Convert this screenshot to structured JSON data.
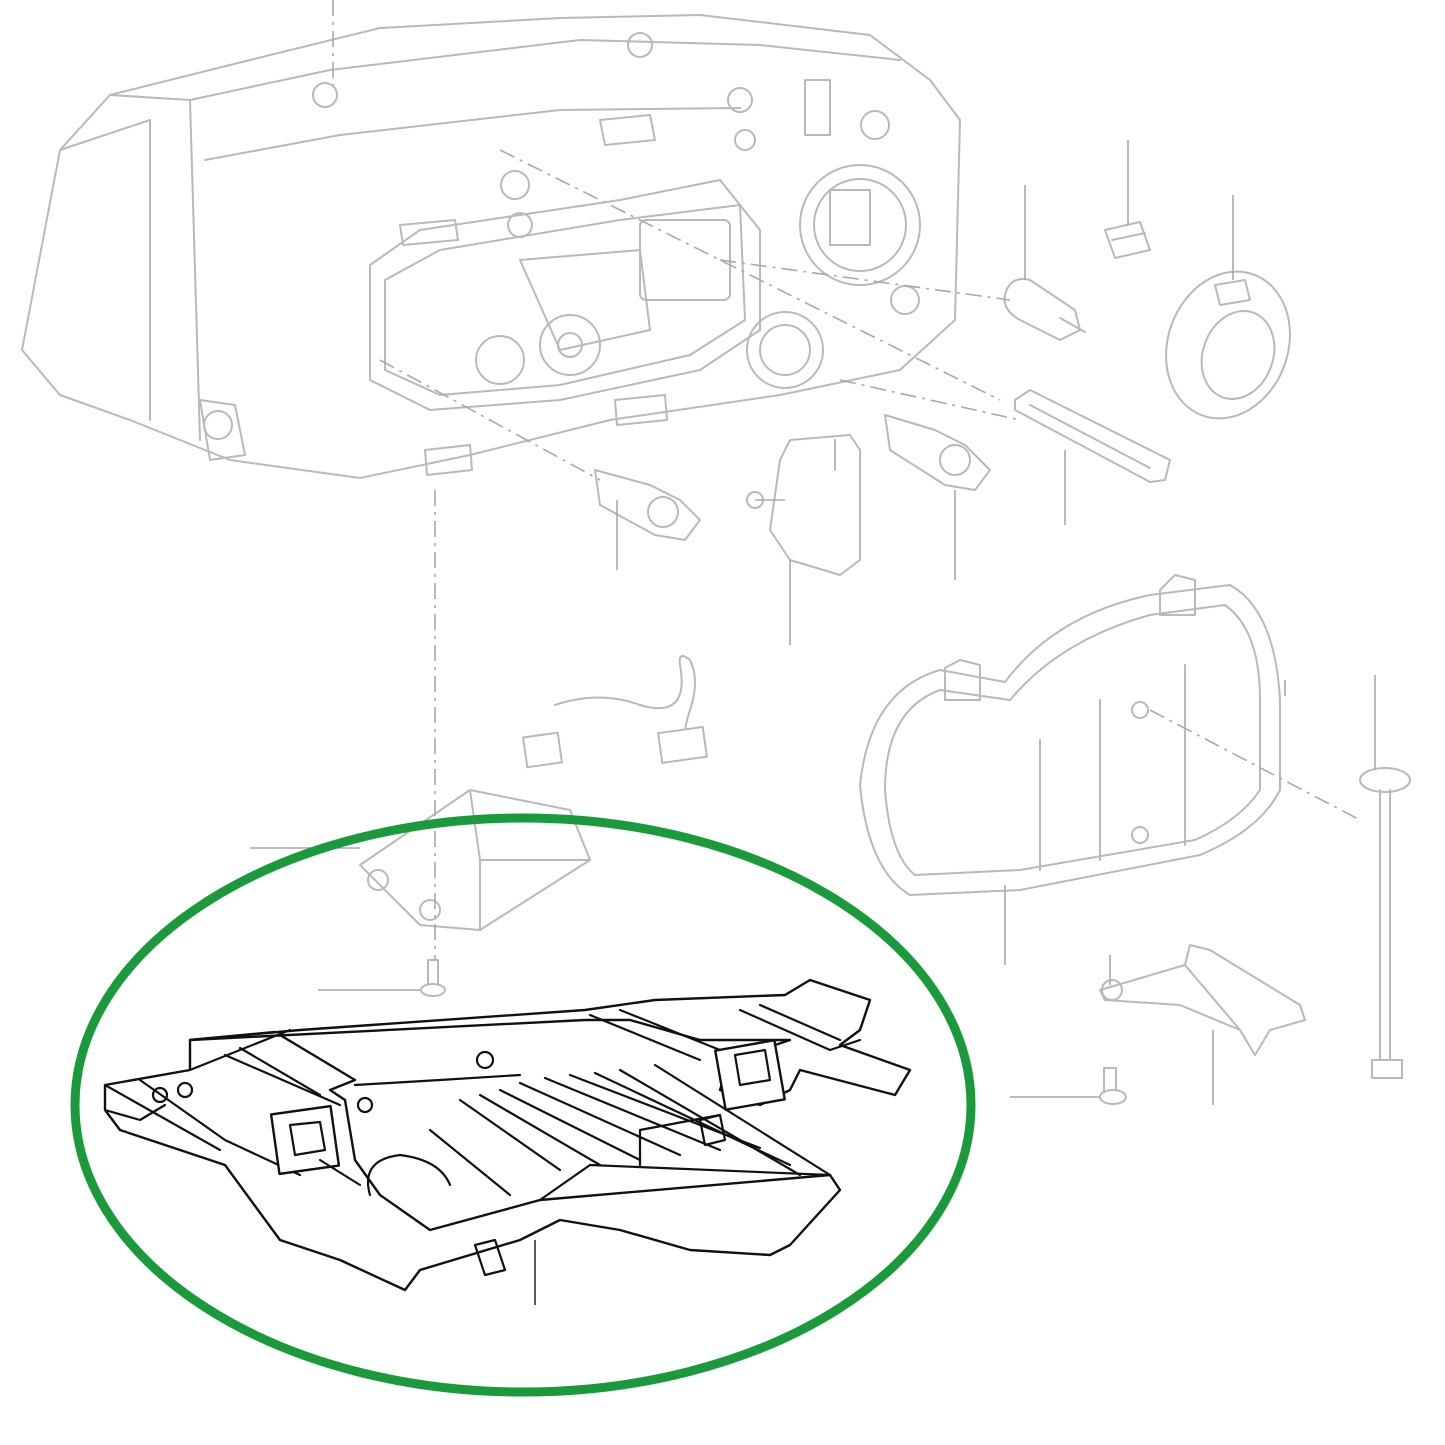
{
  "diagram": {
    "highlight_color": "#1a9a3a",
    "line_color_faint": "#b9b9b9",
    "line_color_dark": "#111111",
    "parts": [
      {
        "name": "headlamp-housing"
      },
      {
        "name": "side-marker-bulb"
      },
      {
        "name": "turn-signal-bulb"
      },
      {
        "name": "lens-cover-cap"
      },
      {
        "name": "h7-bulb-low"
      },
      {
        "name": "leveling-motor"
      },
      {
        "name": "h7-bulb-high"
      },
      {
        "name": "bulb-retainer-strip"
      },
      {
        "name": "wiring-harness"
      },
      {
        "name": "ballast-control-unit"
      },
      {
        "name": "rear-access-cover"
      },
      {
        "name": "adjuster-rod"
      },
      {
        "name": "mounting-bracket"
      },
      {
        "name": "screw-left"
      },
      {
        "name": "screw-right"
      },
      {
        "name": "highlighted-lower-bracket"
      }
    ]
  }
}
